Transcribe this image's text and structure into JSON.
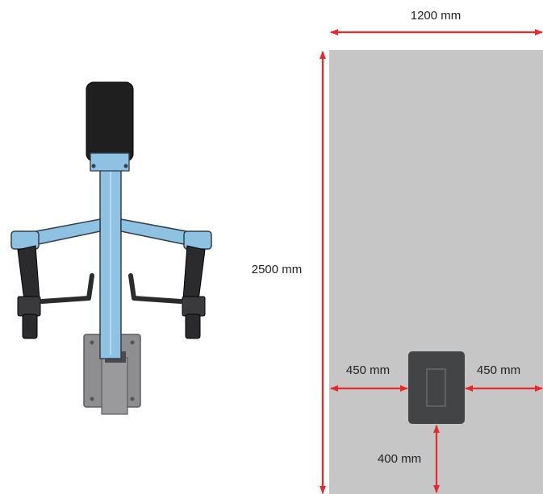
{
  "dimensions": {
    "width": "1200 mm",
    "length": "2500 mm",
    "side_left": "450 mm",
    "side_right": "450 mm",
    "front": "400 mm"
  },
  "colors": {
    "area": "#c6c6c7",
    "arrow": "#e8292b",
    "base_plate": "#434445",
    "frame": "#8fc1e2",
    "frame_dark": "#2f3f4d",
    "seat": "#1f1f1f",
    "foot_plate": "#8e8e90"
  }
}
